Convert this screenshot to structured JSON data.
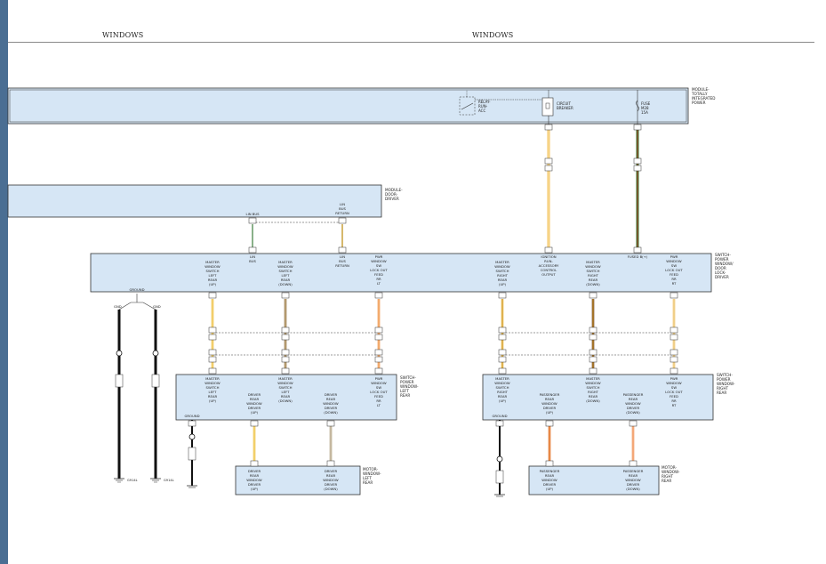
{
  "header": {
    "left_title": "WINDOWS",
    "right_title": "WINDOWS"
  },
  "colors": {
    "box_fill": "#d6e6f5",
    "box_stroke": "#333333",
    "left_bar": "#4a6e93"
  },
  "modules": {
    "tipm": {
      "label_lines": [
        "MODULE-",
        "TOTALLY",
        "INTEGRATED",
        "POWER"
      ]
    },
    "door_driver": {
      "label_lines": [
        "MODULE-",
        "DOOR-",
        "DRIVER"
      ]
    },
    "master_switch": {
      "label_lines": [
        "SWITCH-",
        "POWER",
        "WINDOW/",
        "DOOR",
        "LOCK-",
        "DRIVER"
      ]
    },
    "left_rear_switch": {
      "label_lines": [
        "SWITCH-",
        "POWER",
        "WINDOW-",
        "LEFT",
        "REAR"
      ]
    },
    "right_rear_switch": {
      "label_lines": [
        "SWITCH-",
        "POWER",
        "WINDOW-",
        "RIGHT",
        "REAR"
      ]
    },
    "left_rear_motor": {
      "label_lines": [
        "MOTOR-",
        "WINDOW-",
        "LEFT",
        "REAR"
      ]
    },
    "right_rear_motor": {
      "label_lines": [
        "MOTOR-",
        "WINDOW-",
        "RIGHT",
        "REAR"
      ]
    }
  },
  "tipm_internals": {
    "relay": [
      "RELAY-",
      "RUN-",
      "ACC"
    ],
    "breaker": [
      "CIRCUIT",
      "BREAKER"
    ],
    "fuse": [
      "FUSE",
      "M28",
      "15A"
    ]
  },
  "master_pins": [
    [
      "MASTER",
      "WINDOW",
      "SWITCH",
      "LEFT",
      "REAR",
      "(UP)"
    ],
    [
      "MASTER",
      "WINDOW",
      "SWITCH",
      "LEFT",
      "REAR",
      "(DOWN)"
    ],
    [
      "PWR",
      "WINDOW",
      "SW",
      "LOCK OUT",
      "FEED",
      "RR",
      "LT"
    ],
    [
      "MASTER",
      "WINDOW",
      "SWITCH",
      "RIGHT",
      "REAR",
      "(UP)"
    ],
    [
      "MASTER",
      "WINDOW",
      "SWITCH",
      "RIGHT",
      "REAR",
      "(DOWN)"
    ],
    [
      "PWR",
      "WINDOW",
      "SW",
      "LOCK OUT",
      "FEED",
      "RR",
      "RT"
    ],
    [
      "IGNITION",
      "RUN-",
      "ACCESSORY",
      "CONTROL",
      "OUTPUT"
    ],
    [
      "LIN",
      "BUS"
    ],
    [
      "LIN",
      "BUS",
      "RETURN"
    ],
    [
      "FUSED B(+)"
    ],
    [
      "GROUND"
    ]
  ],
  "rear_left_pins": [
    [
      "MASTER",
      "WINDOW",
      "SWITCH",
      "LEFT",
      "REAR",
      "(UP)"
    ],
    [
      "DRIVER",
      "REAR",
      "WINDOW",
      "DRIVER",
      "(UP)"
    ],
    [
      "MASTER",
      "WINDOW",
      "SWITCH",
      "LEFT",
      "REAR",
      "(DOWN)"
    ],
    [
      "DRIVER",
      "REAR",
      "WINDOW",
      "DRIVER",
      "(DOWN)"
    ],
    [
      "PWR",
      "WINDOW",
      "SW",
      "LOCK OUT",
      "FEED",
      "RR",
      "LT"
    ],
    [
      "GROUND"
    ]
  ],
  "rear_right_pins": [
    [
      "MASTER",
      "WINDOW",
      "SWITCH",
      "RIGHT",
      "REAR",
      "(UP)"
    ],
    [
      "PASSENGER",
      "REAR",
      "WINDOW",
      "DRIVER",
      "(UP)"
    ],
    [
      "MASTER",
      "WINDOW",
      "SWITCH",
      "RIGHT",
      "REAR",
      "(DOWN)"
    ],
    [
      "PASSENGER",
      "REAR",
      "WINDOW",
      "DRIVER",
      "(DOWN)"
    ],
    [
      "PWR",
      "WINDOW",
      "SW",
      "LOCK OUT",
      "FEED",
      "RR",
      "RT"
    ],
    [
      "GROUND"
    ]
  ],
  "motor_left_pins": [
    [
      "DRIVER",
      "REAR",
      "WINDOW",
      "DRIVER",
      "(UP)"
    ],
    [
      "DRIVER",
      "REAR",
      "WINDOW",
      "DRIVER",
      "(DOWN)"
    ]
  ],
  "motor_right_pins": [
    [
      "PASSENGER",
      "REAR",
      "WINDOW",
      "DRIVER",
      "(UP)"
    ],
    [
      "PASSENGER",
      "REAR",
      "WINDOW",
      "DRIVER",
      "(DOWN)"
    ]
  ],
  "door_pins": [
    [
      "LIN BUS"
    ],
    [
      "LIN",
      "BUS",
      "RETURN"
    ]
  ],
  "ground_labels": {
    "gnd_a": "GND",
    "gnd_b": "GND",
    "g_left": "G914L",
    "g_right": "G914L"
  }
}
